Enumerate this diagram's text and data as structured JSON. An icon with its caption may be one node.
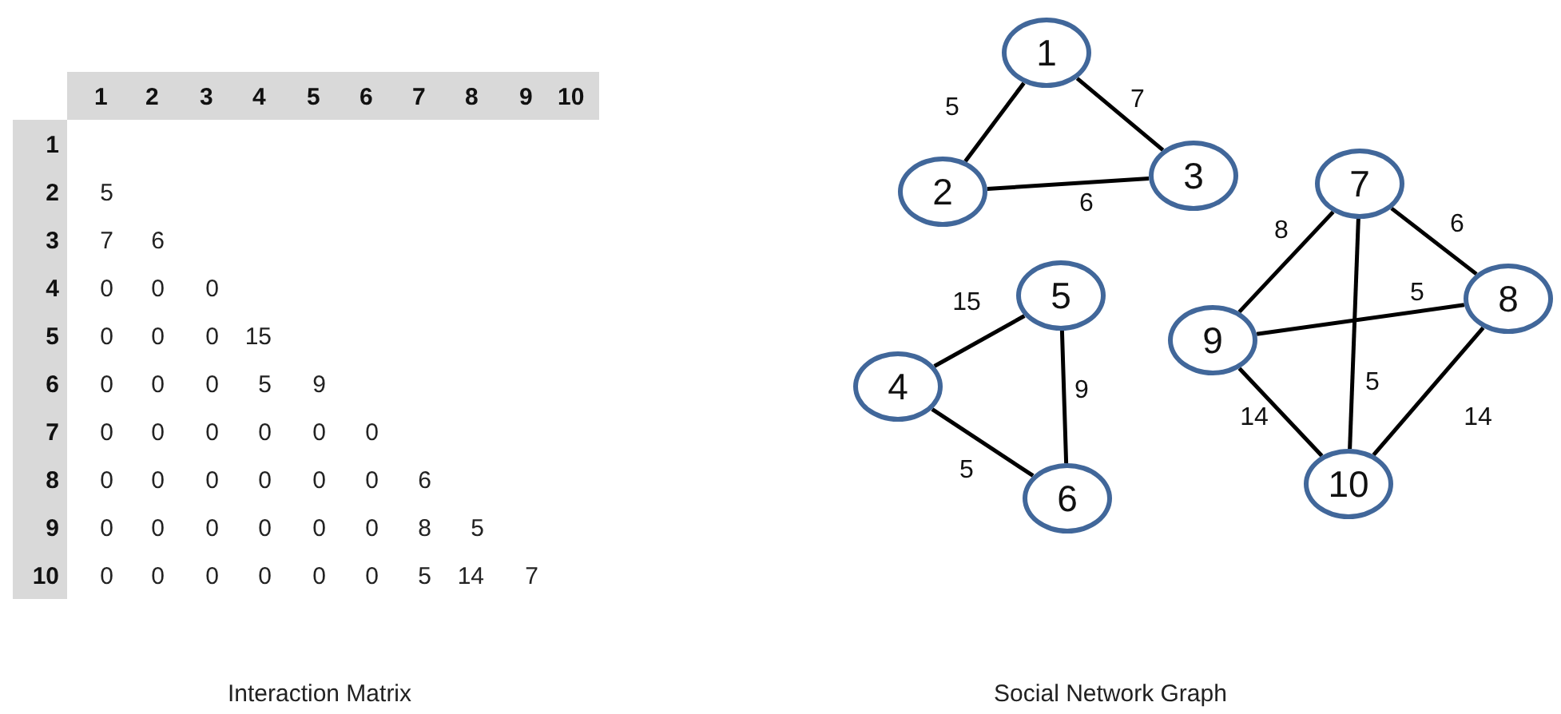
{
  "diagram": {
    "nodes": [
      {
        "text": [
          "1"
        ]
      },
      {
        "text": [
          "2"
        ]
      },
      {
        "text": [
          "3"
        ]
      },
      {
        "text": [
          "5"
        ]
      },
      {
        "text": [
          "4"
        ]
      },
      {
        "text": [
          "7"
        ]
      },
      {
        "text": [
          "8"
        ]
      },
      {
        "text": [
          "9"
        ]
      },
      {
        "text": [
          "6"
        ]
      },
      {
        "text": [
          "10"
        ]
      }
    ],
    "edges": [
      {
        "from": 0,
        "to": 1,
        "arrow": "none",
        "label": "5"
      },
      {
        "from": 0,
        "to": 2,
        "arrow": "none",
        "label": "7"
      },
      {
        "from": 1,
        "to": 2,
        "arrow": "none",
        "label": "6"
      },
      {
        "from": 3,
        "to": 4,
        "arrow": "none",
        "label": "15"
      },
      {
        "from": 3,
        "to": 8,
        "arrow": "none",
        "label": "9"
      },
      {
        "from": 4,
        "to": 8,
        "arrow": "none",
        "label": "5"
      },
      {
        "from": 5,
        "to": 7,
        "arrow": "none",
        "label": "8"
      },
      {
        "from": 5,
        "to": 6,
        "arrow": "none",
        "label": "6"
      },
      {
        "from": 7,
        "to": 6,
        "arrow": "none",
        "label": "5"
      },
      {
        "from": 5,
        "to": 9,
        "arrow": "none",
        "label": "5"
      },
      {
        "from": 7,
        "to": 9,
        "arrow": "none",
        "label": "14"
      },
      {
        "from": 6,
        "to": 9,
        "arrow": "none",
        "label": "14"
      }
    ],
    "labels": [
      "1",
      "2",
      "3",
      "4",
      "5",
      "6",
      "7",
      "8",
      "9",
      "10",
      "1",
      "2",
      "5",
      "3",
      "7",
      "6",
      "4",
      "0",
      "0",
      "0",
      "5",
      "0",
      "0",
      "0",
      "15",
      "6",
      "0",
      "0",
      "0",
      "5",
      "9",
      "7",
      "0",
      "0",
      "0",
      "0",
      "0",
      "0",
      "8",
      "0",
      "0",
      "0",
      "0",
      "0",
      "0",
      "6",
      "9",
      "0",
      "0",
      "0",
      "0",
      "0",
      "0",
      "8",
      "5",
      "10",
      "0",
      "0",
      "0",
      "0",
      "0",
      "0",
      "5",
      "14",
      "7",
      "Interaction Matrix",
      "Social Network Graph"
    ]
  }
}
